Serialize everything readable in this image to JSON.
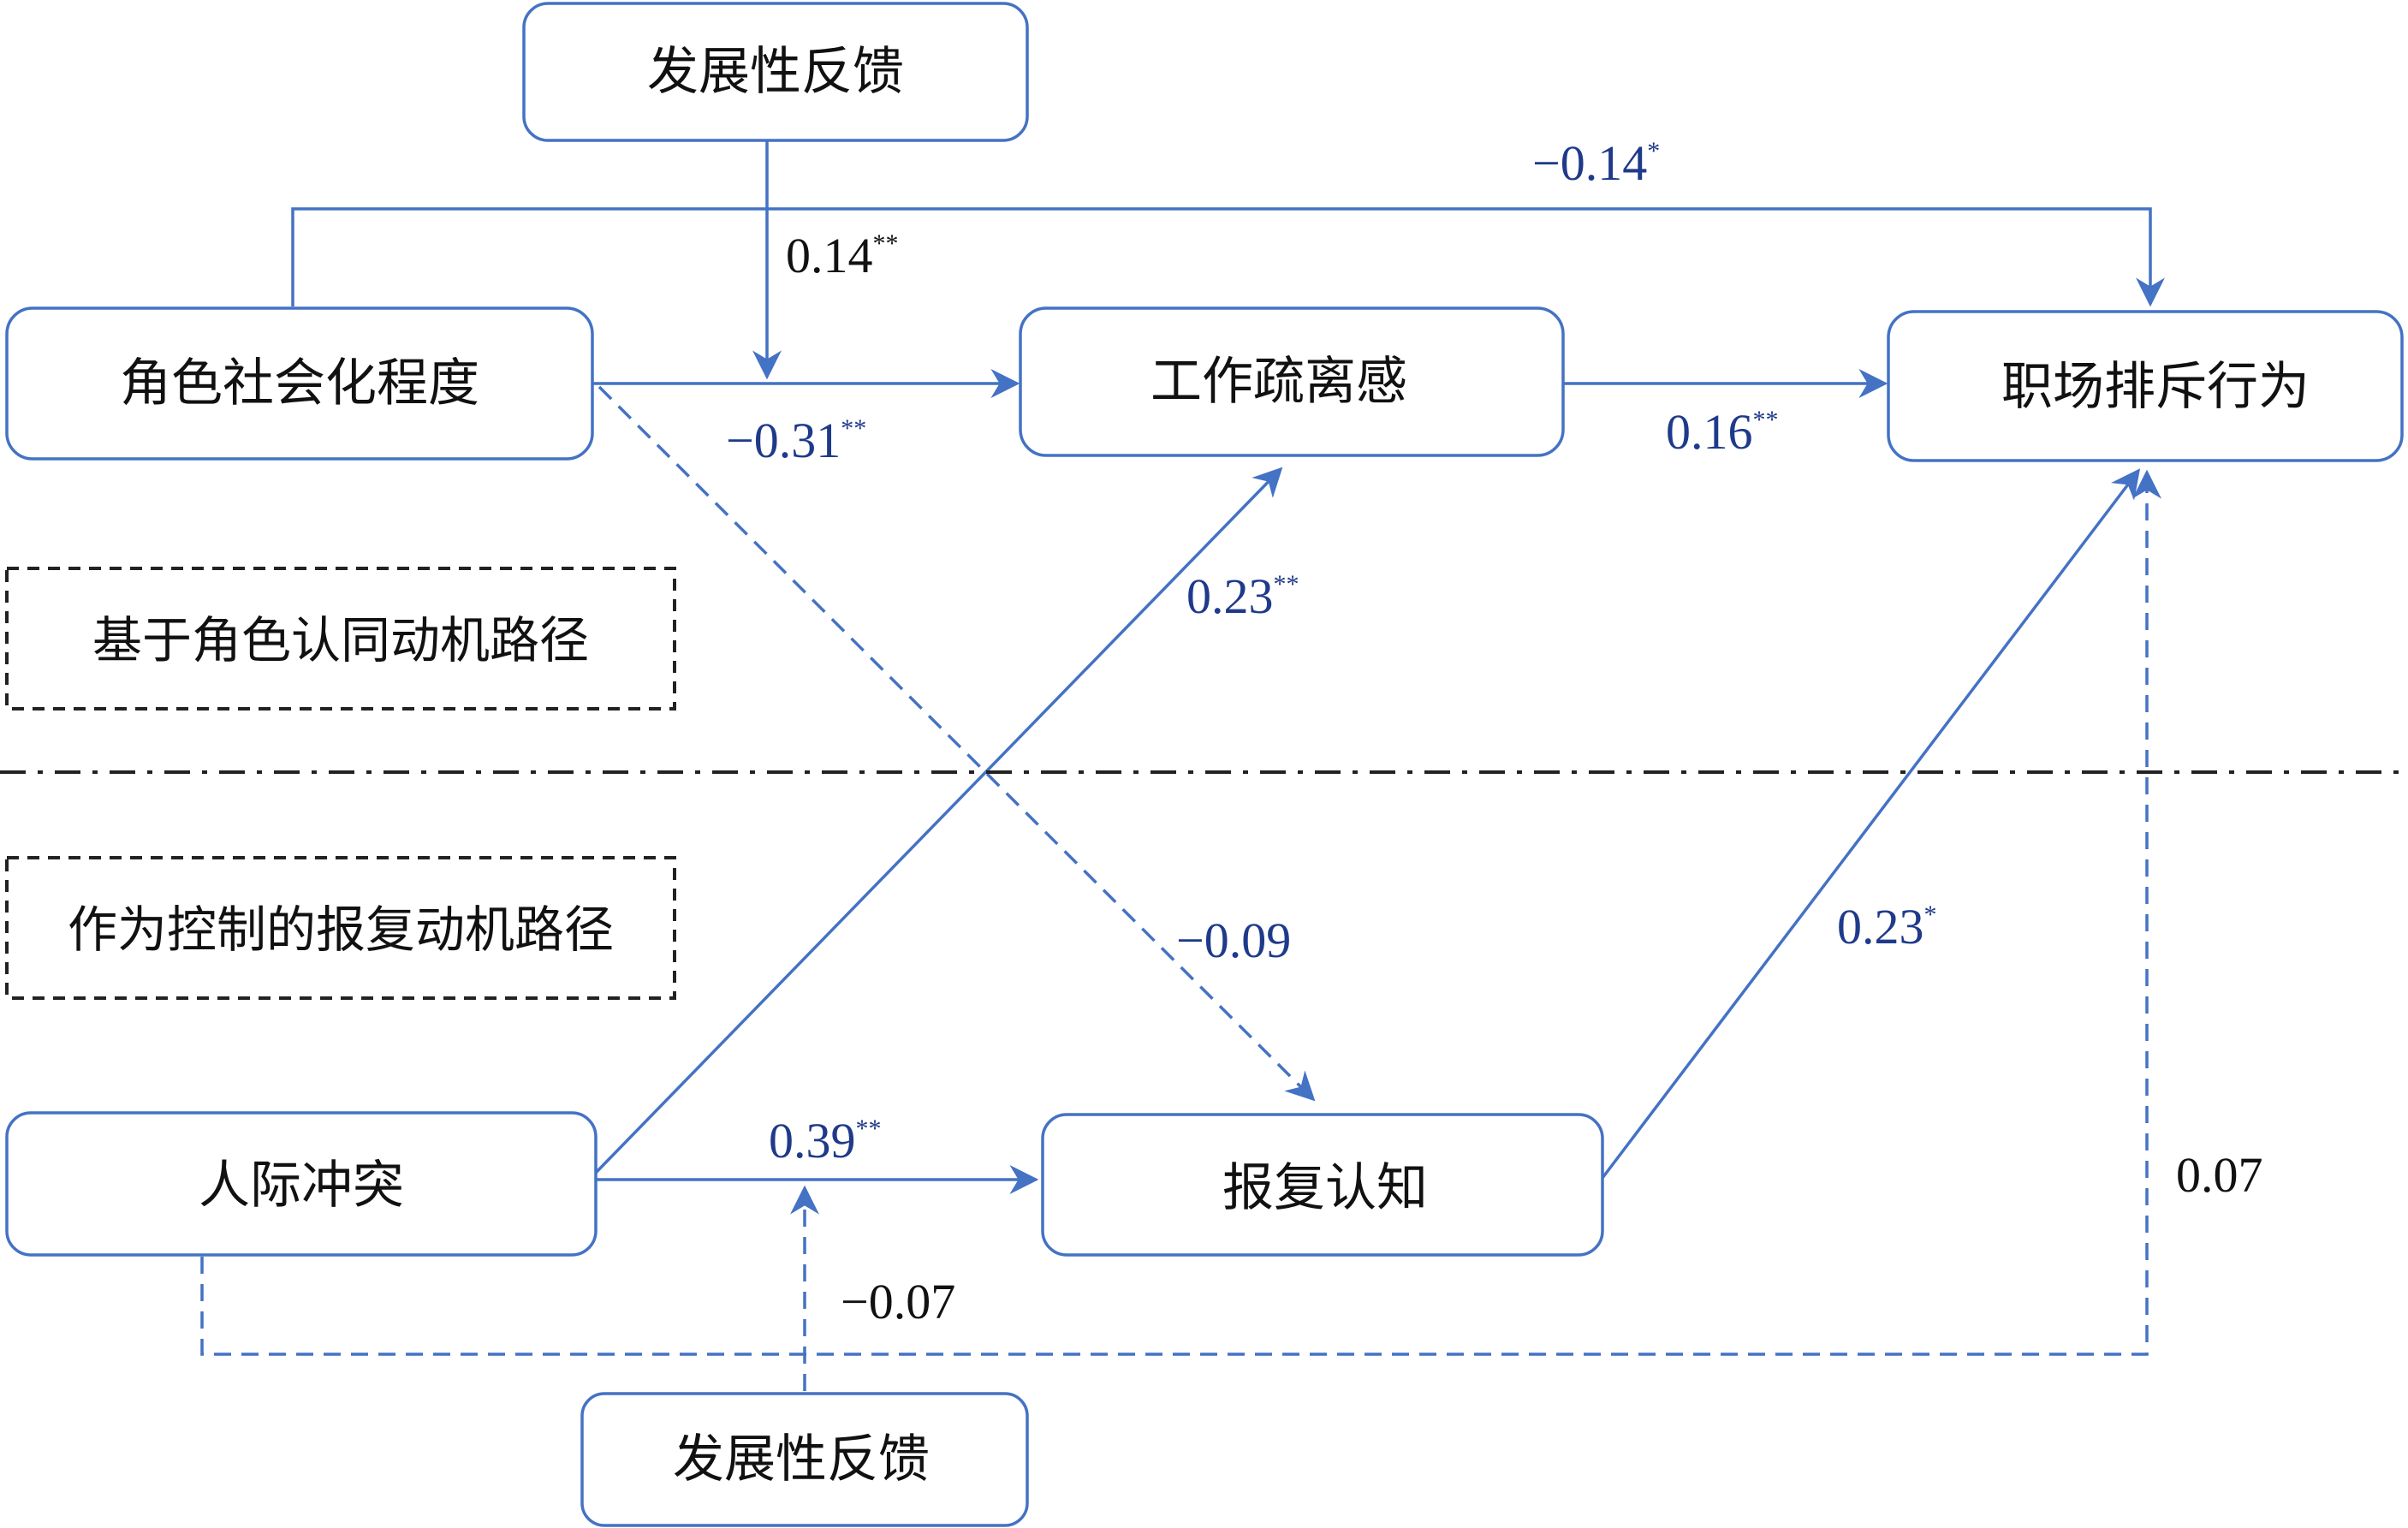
{
  "nodes": {
    "feedback_top": "发展性反馈",
    "role_socialization": "角色社会化程度",
    "work_alienation": "工作疏离感",
    "workplace_ostracism": "职场排斥行为",
    "interpersonal_conflict": "人际冲突",
    "revenge_cognition": "报复认知",
    "feedback_bottom": "发展性反馈"
  },
  "legend": {
    "identity_path": "基于角色认同动机路径",
    "revenge_path": "作为控制的报复动机路径"
  },
  "coefficients": {
    "socialization_to_ostracism": {
      "value": "−0.14",
      "sig": "*"
    },
    "feedback_moderation_top": {
      "value": "0.14",
      "sig": "**"
    },
    "socialization_to_alienation": {
      "value": "−0.31",
      "sig": "**"
    },
    "alienation_to_ostracism": {
      "value": "0.16",
      "sig": "**"
    },
    "conflict_to_alienation": {
      "value": "0.23",
      "sig": "**"
    },
    "socialization_to_revenge": {
      "value": "−0.09",
      "sig": ""
    },
    "revenge_to_ostracism": {
      "value": "0.23",
      "sig": "*"
    },
    "conflict_to_revenge": {
      "value": "0.39",
      "sig": "**"
    },
    "feedback_moderation_bottom": {
      "value": "−0.07",
      "sig": ""
    },
    "conflict_to_ostracism": {
      "value": "0.07",
      "sig": ""
    }
  },
  "colors": {
    "line": "#4472C4",
    "coefficient_text": "#1F3A8A",
    "legend_border": "#222222"
  }
}
